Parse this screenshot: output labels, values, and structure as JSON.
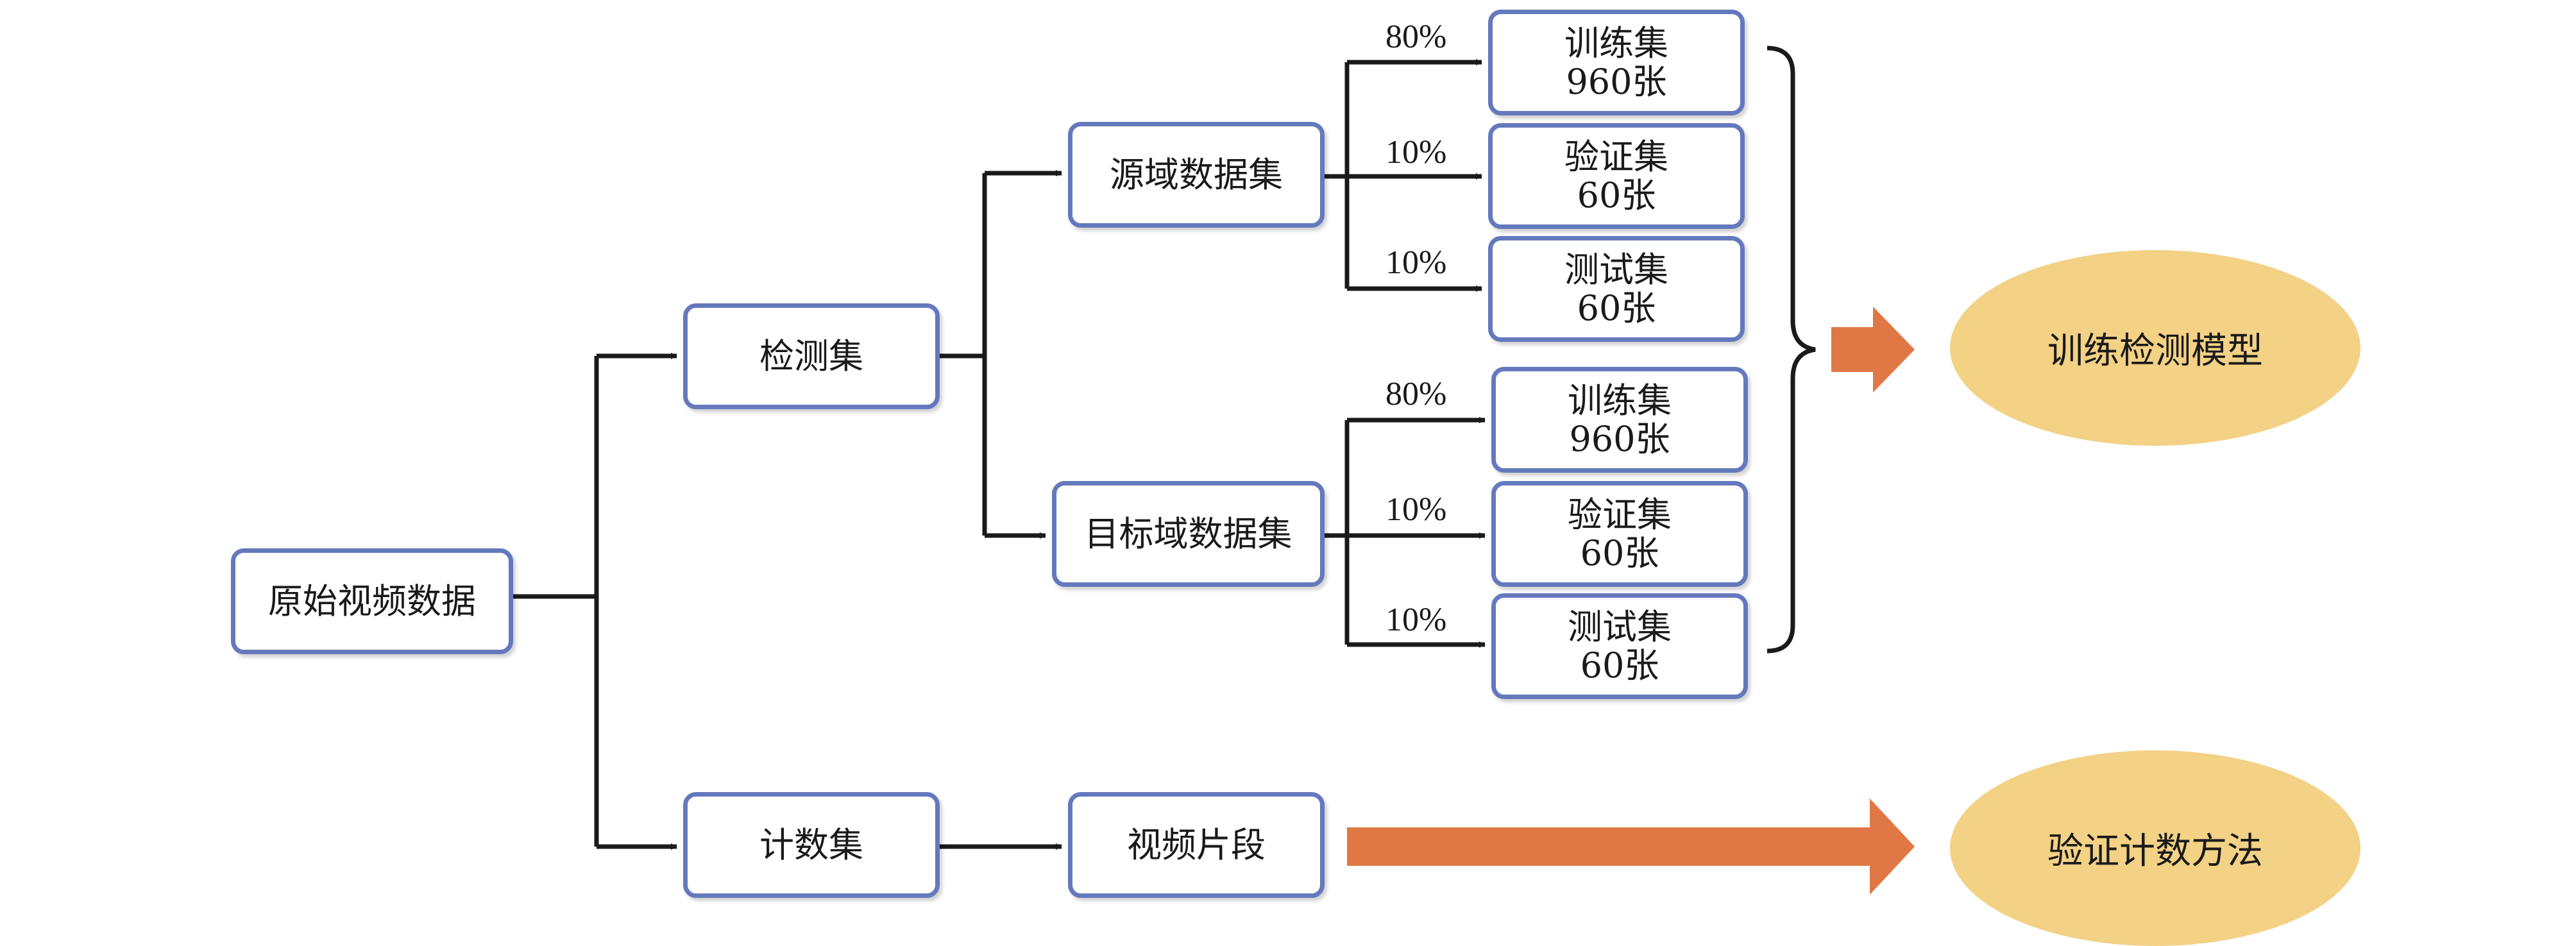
{
  "root": {
    "label": "原始视频数据"
  },
  "detection_set": {
    "label": "检测集"
  },
  "count_set": {
    "label": "计数集"
  },
  "source_domain": {
    "label": "源域数据集"
  },
  "target_domain": {
    "label": "目标域数据集"
  },
  "video_clip": {
    "label": "视频片段"
  },
  "source_splits": [
    {
      "pct": "80%",
      "name": "训练集",
      "count": "960张"
    },
    {
      "pct": "10%",
      "name": "验证集",
      "count": "60张"
    },
    {
      "pct": "10%",
      "name": "测试集",
      "count": "60张"
    }
  ],
  "target_splits": [
    {
      "pct": "80%",
      "name": "训练集",
      "count": "960张"
    },
    {
      "pct": "10%",
      "name": "验证集",
      "count": "60张"
    },
    {
      "pct": "10%",
      "name": "测试集",
      "count": "60张"
    }
  ],
  "outcomes": {
    "train_model": "训练检测模型",
    "verify_counting": "验证计数方法"
  },
  "colors": {
    "box_border": "#6479bd",
    "arrow_fill": "#e07845",
    "ellipse_fill": "#f3d185",
    "line": "#1a1a1a"
  }
}
